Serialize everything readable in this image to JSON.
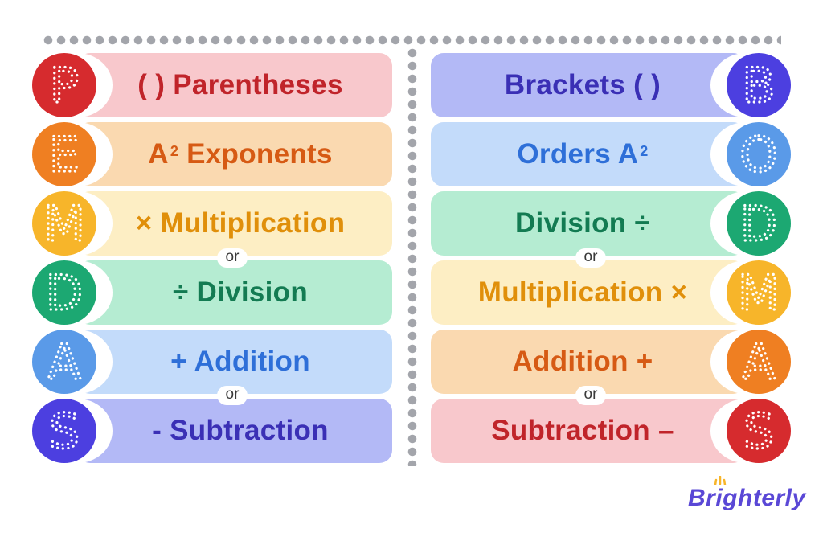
{
  "left_column": {
    "rows": [
      {
        "letter": "P",
        "label": "( ) Parentheses",
        "sup": "",
        "color": "#d62b2e",
        "bg": "#f8c8cc",
        "text": "#c0242a"
      },
      {
        "letter": "E",
        "label": "A",
        "sup": "2",
        "suffix": " Exponents",
        "color": "#ef7f22",
        "bg": "#fad9b0",
        "text": "#d65a14"
      },
      {
        "letter": "M",
        "label": "× Multiplication",
        "sup": "",
        "color": "#f7b52a",
        "bg": "#fdeec4",
        "text": "#e08f0a"
      },
      {
        "letter": "D",
        "label": "÷ Division",
        "sup": "",
        "color": "#1ca872",
        "bg": "#b5ecd2",
        "text": "#137b52"
      },
      {
        "letter": "A",
        "label": "+ Addition",
        "sup": "",
        "color": "#5a9ae8",
        "bg": "#c3dbfa",
        "text": "#2e6fd8"
      },
      {
        "letter": "S",
        "label": "- Subtraction",
        "sup": "",
        "color": "#4c3fe0",
        "bg": "#b3b9f6",
        "text": "#3a2fb5"
      }
    ]
  },
  "right_column": {
    "rows": [
      {
        "letter": "B",
        "label": "Brackets ( )",
        "sup": "",
        "color": "#4c3fe0",
        "bg": "#b3b9f6",
        "text": "#3a2fb5"
      },
      {
        "letter": "O",
        "label": "Orders A",
        "sup": "2",
        "suffix": "",
        "color": "#5a9ae8",
        "bg": "#c3dbfa",
        "text": "#2e6fd8"
      },
      {
        "letter": "D",
        "label": "Division ÷",
        "sup": "",
        "color": "#1ca872",
        "bg": "#b5ecd2",
        "text": "#137b52"
      },
      {
        "letter": "M",
        "label": "Multiplication ×",
        "sup": "",
        "color": "#f7b52a",
        "bg": "#fdeec4",
        "text": "#e08f0a"
      },
      {
        "letter": "A",
        "label": "Addition +",
        "sup": "",
        "color": "#ef7f22",
        "bg": "#fad9b0",
        "text": "#d65a14"
      },
      {
        "letter": "S",
        "label": "Subtraction –",
        "sup": "",
        "color": "#d62b2e",
        "bg": "#f8c8cc",
        "text": "#c0242a"
      }
    ]
  },
  "connector": "or",
  "logo": "Brighterly"
}
